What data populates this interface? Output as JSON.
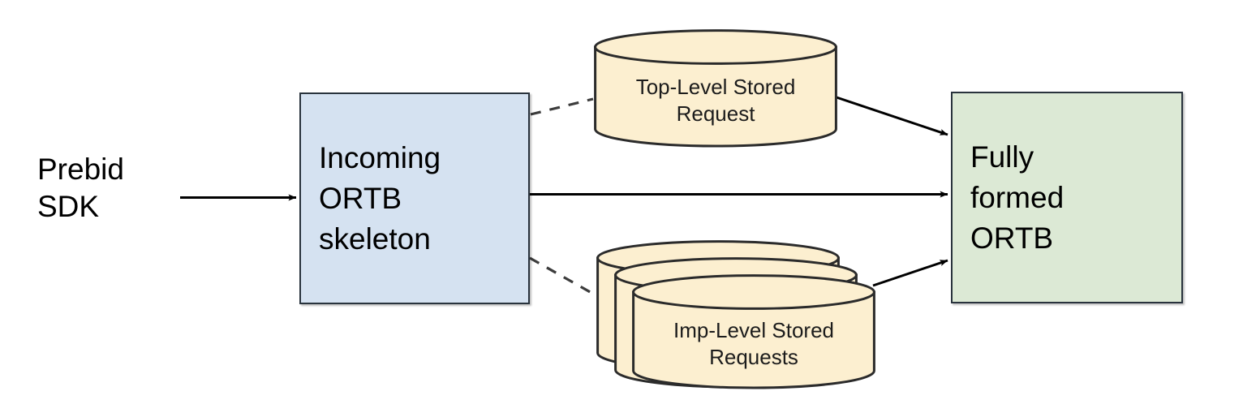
{
  "diagram": {
    "type": "flow-diagram",
    "title": "Prebid Server stored request merge flow",
    "background_color": "#ffffff",
    "nodes": [
      {
        "id": "prebid-sdk",
        "kind": "text-label",
        "label": "Prebid\nSDK",
        "text_color": "#000000"
      },
      {
        "id": "incoming-ortb",
        "kind": "process-box",
        "label": "Incoming\nORTB\nskeleton",
        "fill_color": "#d5e2f1",
        "border_color": "#29333d"
      },
      {
        "id": "top-level-stored-request",
        "kind": "cylinder",
        "label": "Top-Level Stored\nRequest",
        "fill_color": "#fcefd0",
        "border_color": "#2b2b2b",
        "stack_count": 1
      },
      {
        "id": "imp-level-stored-requests",
        "kind": "cylinder-stack",
        "label": "Imp-Level Stored\nRequests",
        "fill_color": "#fcefd0",
        "border_color": "#2b2b2b",
        "stack_count": 3
      },
      {
        "id": "fully-formed-ortb",
        "kind": "process-box",
        "label": "Fully\nformed\nORTB",
        "fill_color": "#dce9d5",
        "border_color": "#29333d"
      }
    ],
    "edges": [
      {
        "id": "sdk-to-incoming",
        "from": "prebid-sdk",
        "to": "incoming-ortb",
        "style": "solid",
        "arrowhead": "end",
        "color": "#000000"
      },
      {
        "id": "incoming-to-top-level",
        "from": "incoming-ortb",
        "to": "top-level-stored-request",
        "style": "dashed",
        "arrowhead": "none",
        "color": "#3c3c3c"
      },
      {
        "id": "top-level-to-output",
        "from": "top-level-stored-request",
        "to": "fully-formed-ortb",
        "style": "solid",
        "arrowhead": "end",
        "color": "#000000"
      },
      {
        "id": "incoming-to-output",
        "from": "incoming-ortb",
        "to": "fully-formed-ortb",
        "style": "solid",
        "arrowhead": "end",
        "color": "#000000"
      },
      {
        "id": "incoming-to-imp-level",
        "from": "incoming-ortb",
        "to": "imp-level-stored-requests",
        "style": "dashed",
        "arrowhead": "none",
        "color": "#3c3c3c"
      },
      {
        "id": "imp-level-to-output",
        "from": "imp-level-stored-requests",
        "to": "fully-formed-ortb",
        "style": "solid",
        "arrowhead": "end",
        "color": "#000000"
      }
    ]
  }
}
